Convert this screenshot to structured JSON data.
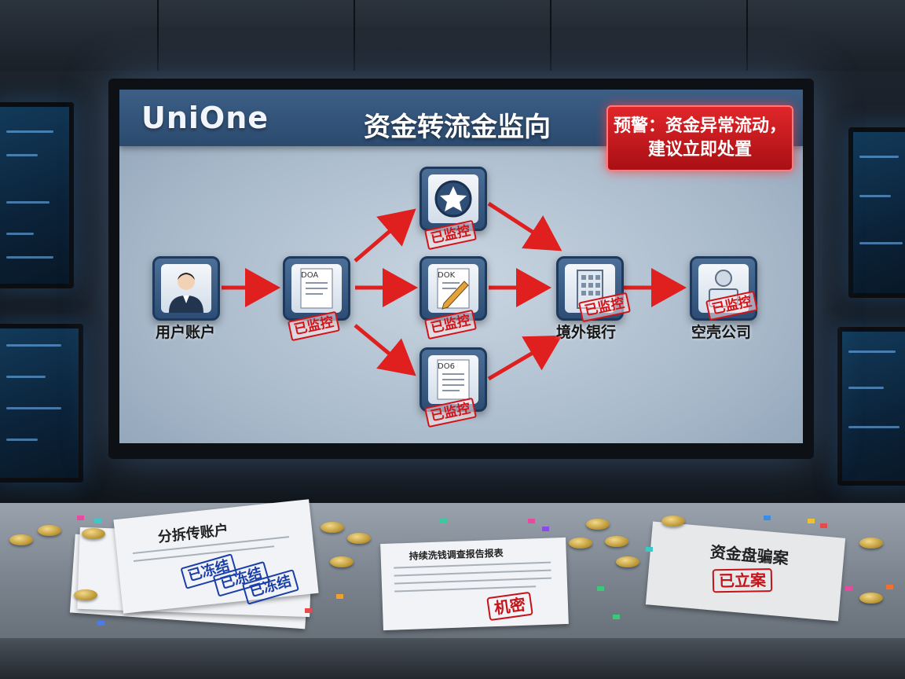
{
  "screen": {
    "brand": "UniOne",
    "title": "资金转流金监向",
    "alert": {
      "line1": "预警：资金异常流动，",
      "line2": "建议立即处置"
    }
  },
  "nodes": {
    "user_account": {
      "label": "用户账户"
    },
    "doc_a": {
      "doc_code": "DOA",
      "stamp": "已监控"
    },
    "star_node": {
      "stamp": "已监控"
    },
    "doc_b": {
      "doc_code": "DOK",
      "stamp": "已监控"
    },
    "doc_c": {
      "doc_code": "DO6",
      "stamp": "已监控"
    },
    "overseas_bank": {
      "label": "境外银行",
      "stamp": "已监控"
    },
    "shell_company": {
      "label": "空壳公司",
      "stamp": "已监控"
    }
  },
  "desk": {
    "left_stack": {
      "title": "分拆传账户",
      "stamps": [
        "已冻结",
        "已冻结",
        "已冻结"
      ]
    },
    "center_doc": {
      "title": "持续洗钱调查报告报表",
      "stamp": "机密"
    },
    "right_book": {
      "title": "资金盘骗案",
      "stamp": "已立案"
    }
  },
  "colors": {
    "arrow": "#e01f1f",
    "alert_red": "#d81f24",
    "header_blue": "#34557b"
  },
  "icons": [
    "user-avatar-icon",
    "document-icon",
    "star-badge-icon",
    "document-pen-icon",
    "bank-building-icon",
    "company-person-icon"
  ]
}
